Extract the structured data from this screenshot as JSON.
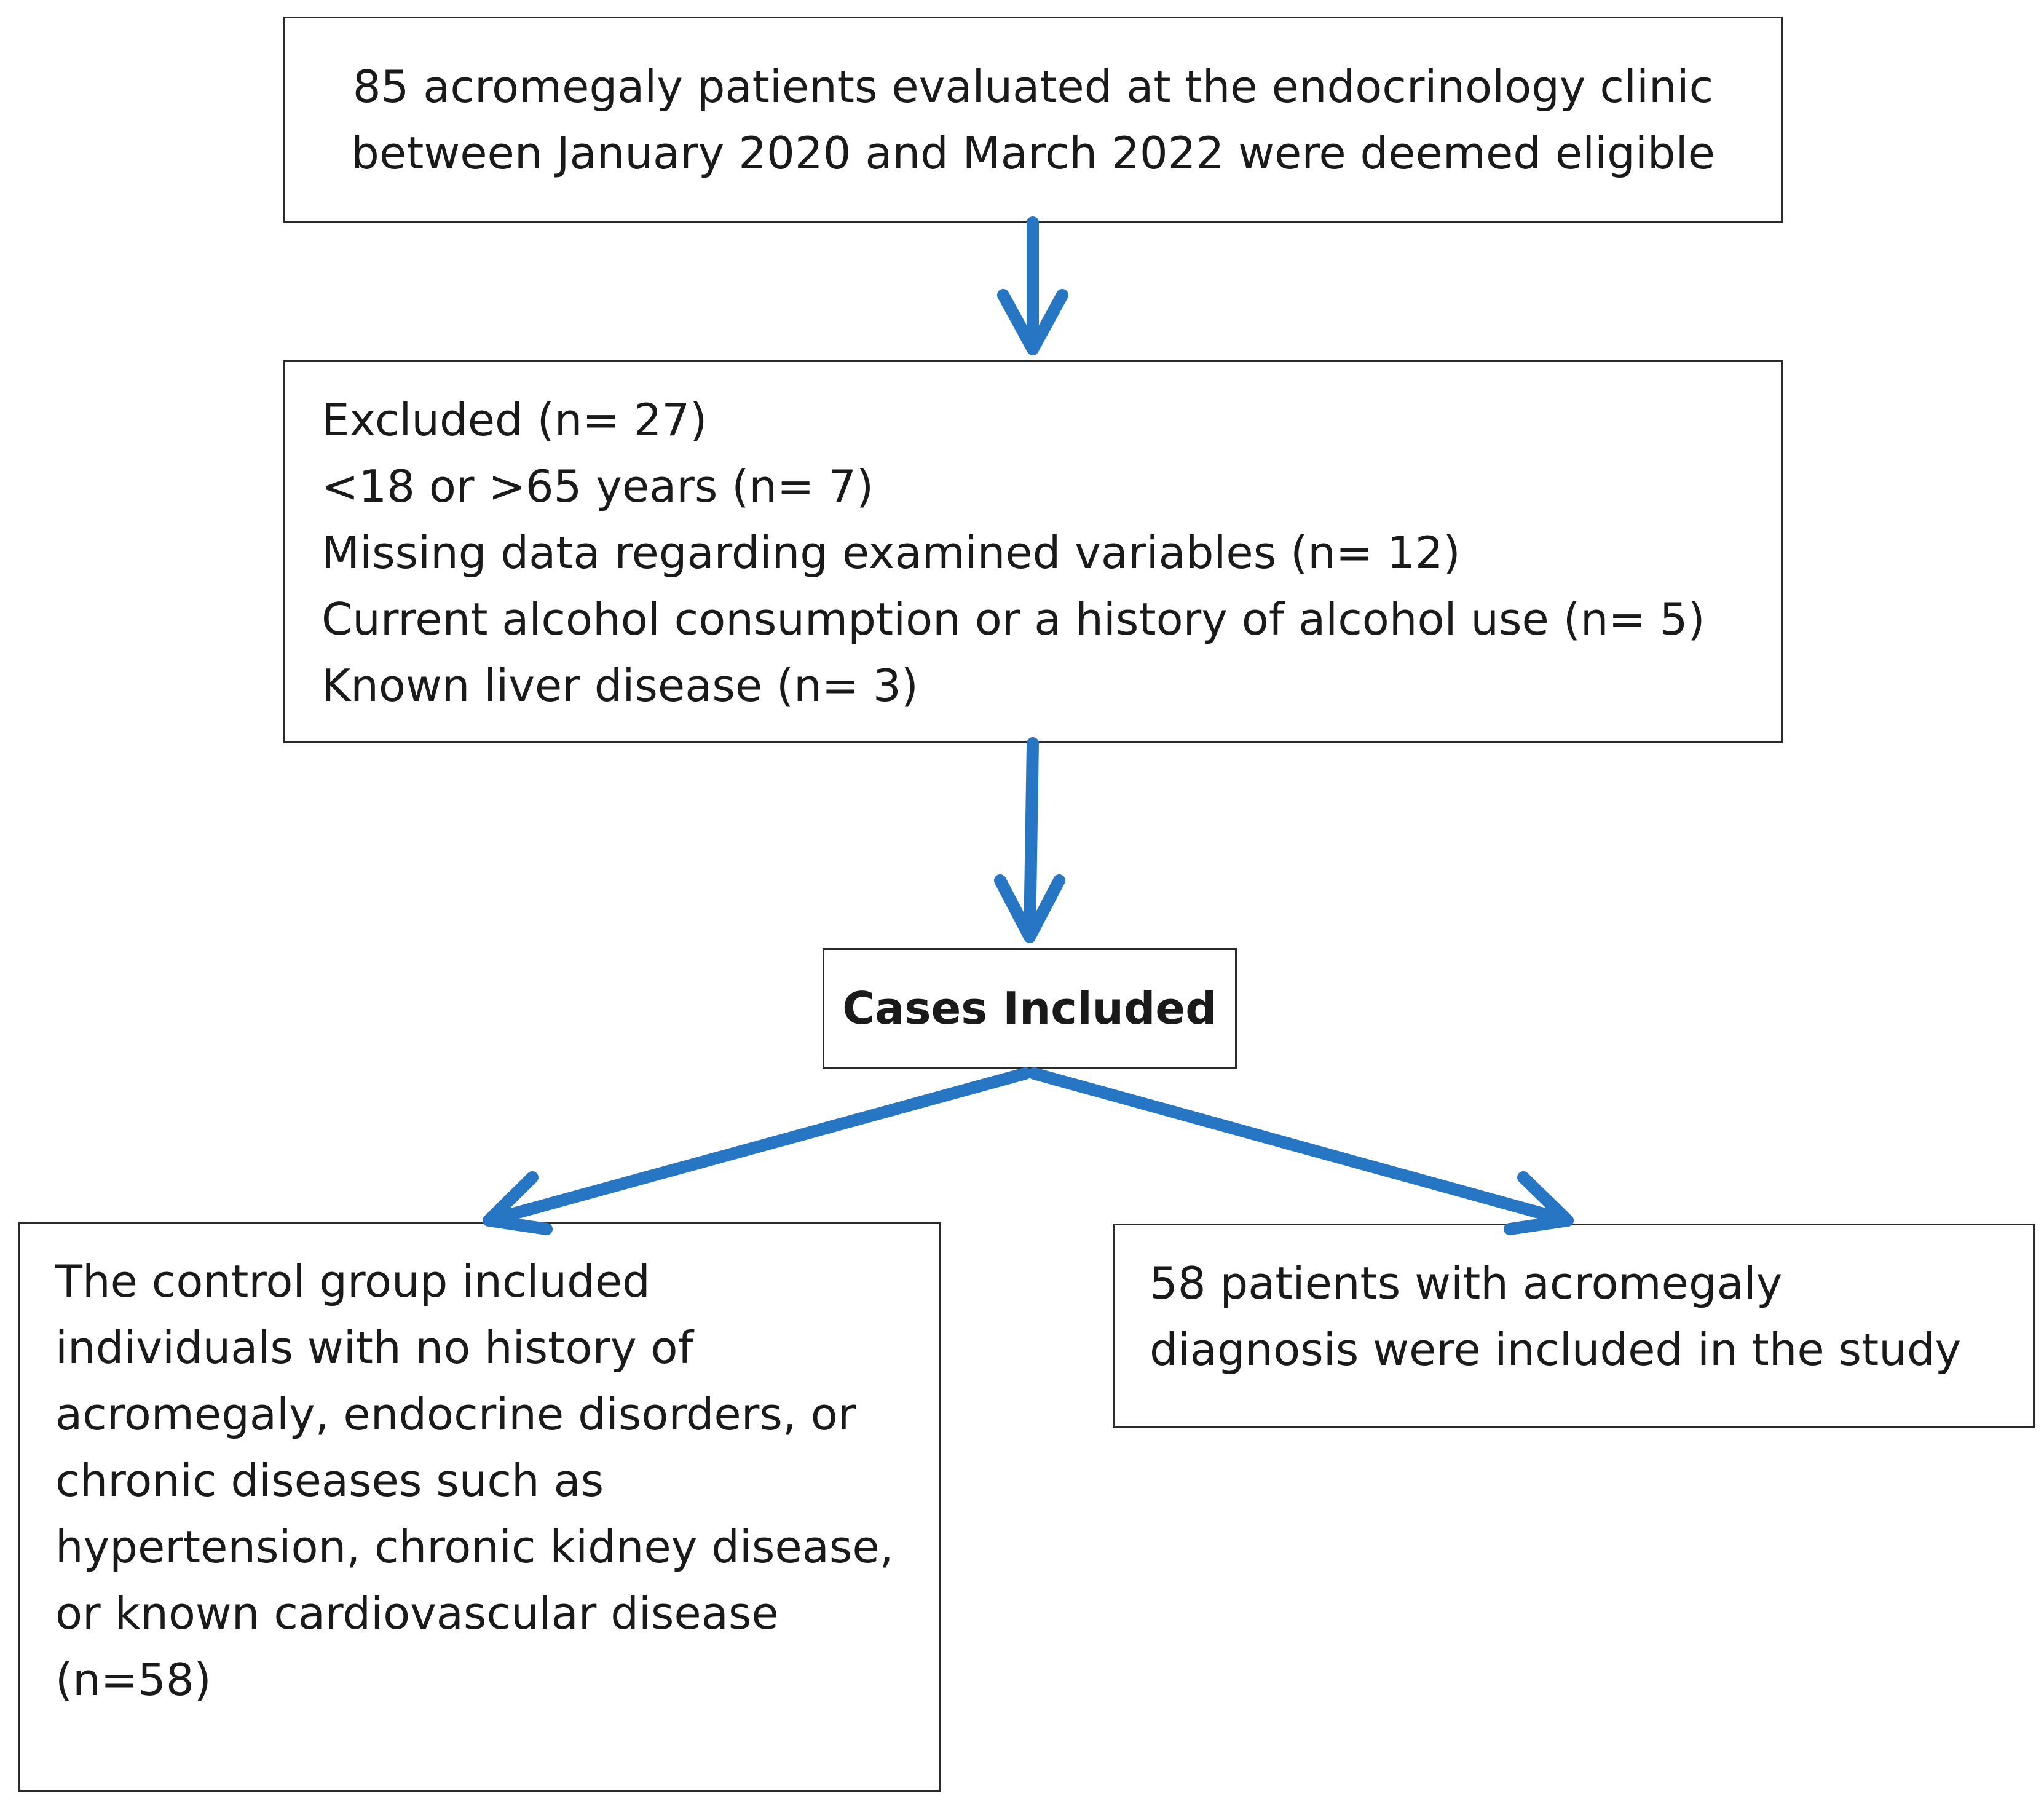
{
  "eligible": {
    "lines": [
      "85 acromegaly patients evaluated at the endocrinology clinic",
      "between January 2020 and March 2022 were deemed eligible"
    ]
  },
  "excluded": {
    "lines": [
      "Excluded (n= 27)",
      "<18 or >65 years (n= 7)",
      "Missing data regarding examined variables (n= 12)",
      "Current alcohol consumption or a history of alcohol use (n= 5)",
      "Known liver disease (n= 3)"
    ]
  },
  "cases": {
    "label": "Cases Included"
  },
  "control": {
    "lines": [
      "The control group included",
      "individuals with no history of",
      "acromegaly, endocrine disorders, or",
      "chronic diseases such as",
      "hypertension, chronic kidney disease,",
      "or known cardiovascular disease",
      "(n=58)"
    ]
  },
  "study": {
    "lines": [
      "58 patients with acromegaly",
      "diagnosis were included in the study"
    ]
  },
  "colors": {
    "arrow": "#2776c4",
    "border": "#2b2b2b",
    "text": "#1a1a1a"
  }
}
